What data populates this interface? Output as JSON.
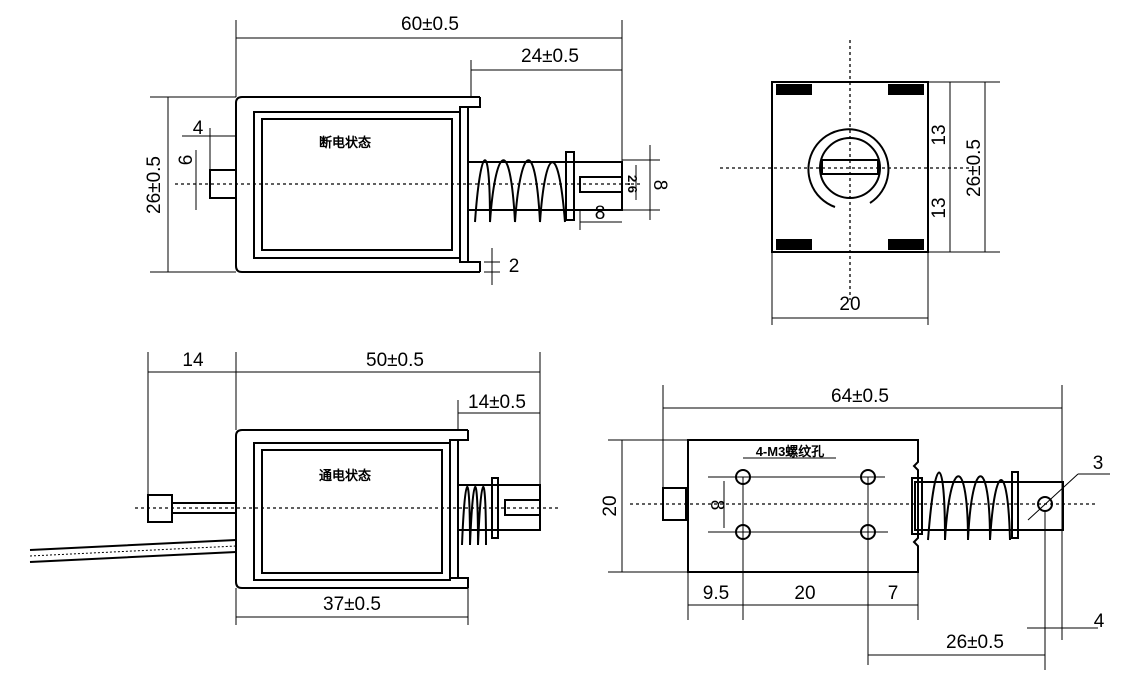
{
  "title": "Solenoid dimension drawing",
  "views": {
    "off_state": {
      "label": "断电状态",
      "dims": {
        "total_length": "60±0.5",
        "stroke_length": "24±0.5",
        "height": "26±0.5",
        "stub_width": "4",
        "stub_height": "6",
        "slot_width": "2.6",
        "plunger_dia": "8",
        "slot_depth": "8",
        "plate_thickness": "2"
      }
    },
    "end_view": {
      "dims": {
        "upper_half": "13",
        "lower_half": "13",
        "height": "26±0.5",
        "width": "20"
      }
    },
    "on_state": {
      "label": "通电状态",
      "dims": {
        "stub_length": "14",
        "total_length": "50±0.5",
        "stroke_length": "14±0.5",
        "frame_length": "37±0.5"
      }
    },
    "top_view": {
      "label": "4-M3螺纹孔",
      "dims": {
        "total_length": "64±0.5",
        "height": "20",
        "hole_spacing_v": "8",
        "offset_left": "9.5",
        "hole_spacing_h": "20",
        "offset_right": "7",
        "hole_position": "26±0.5",
        "end_offset": "4",
        "hole_dia": "3"
      }
    }
  }
}
